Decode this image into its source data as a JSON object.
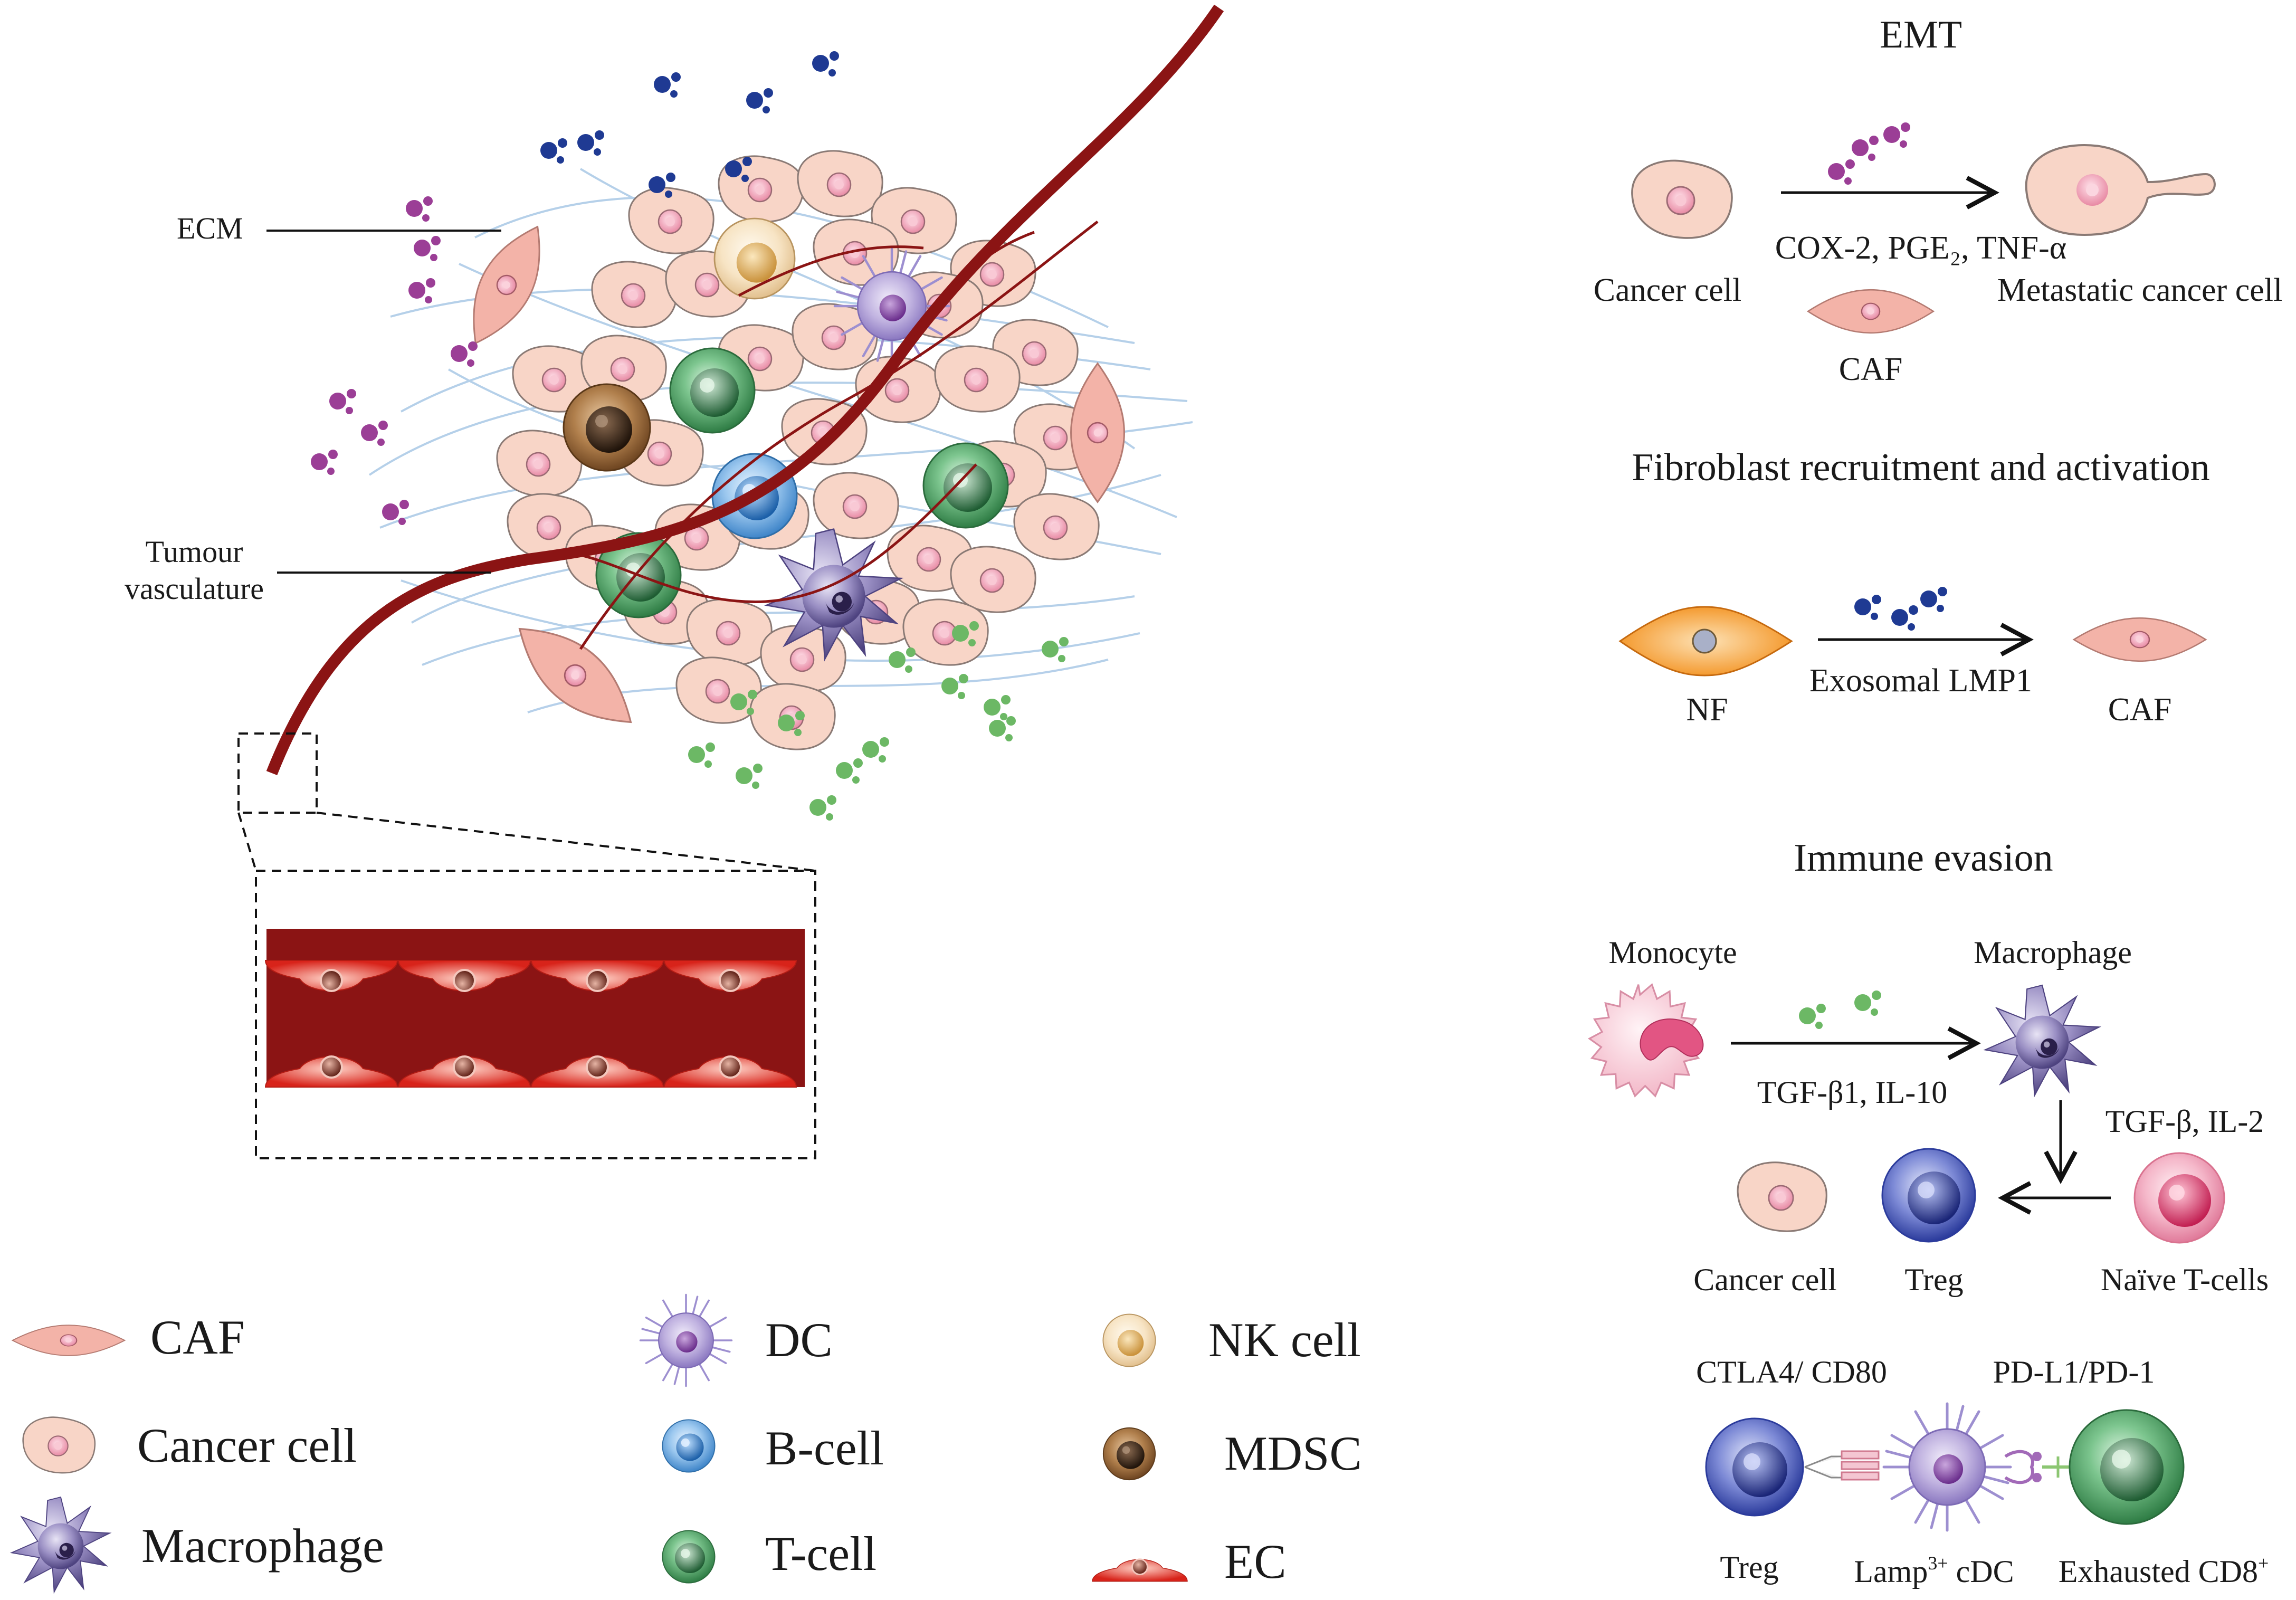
{
  "colors": {
    "vessel": "#8b1414",
    "vessel_light": "#d42a1a",
    "cancer_fill": "#f8d5c7",
    "cancer_stroke": "#8a7a75",
    "nucleus": "#f4a7b9",
    "caf_fill": "#f3b3a8",
    "ecm_fiber": "#a9c8e6",
    "tcell": "#3e9e5a",
    "bcell": "#2f7fc6",
    "nk": "#e0b66a",
    "mdsc": "#7a5029",
    "dc": "#8f77c0",
    "macrophage": "#5b4b86",
    "treg": "#2b3c9e",
    "naive": "#e45a84",
    "nf": "#f39322",
    "exosome_blue": "#1f3a93",
    "exosome_purple": "#9b3e96",
    "exosome_green": "#5daf57"
  },
  "left_panel": {
    "labels": {
      "ecm": "ECM",
      "vasculature_line1": "Tumour",
      "vasculature_line2": "vasculature"
    }
  },
  "emt": {
    "title": "EMT",
    "from_label": "Cancer cell",
    "to_label": "Metastatic cancer cell",
    "mediators": "COX-2, PGE₂, TNF-α",
    "source_label": "CAF"
  },
  "fibroblast": {
    "title": "Fibroblast recruitment and activation",
    "from_label": "NF",
    "mediator": "Exosomal LMP1",
    "to_label": "CAF"
  },
  "immune": {
    "title": "Immune evasion",
    "monocyte_label": "Monocyte",
    "macrophage_label": "Macrophage",
    "mediators_1": "TGF-β1, IL-10",
    "mediators_2": "TGF-β, IL-2",
    "cancer_label": "Cancer cell",
    "treg_label": "Treg",
    "naive_label": "Naïve T-cells",
    "ctla4_label": "CTLA4/ CD80",
    "pdl1_label": "PD-L1/PD-1",
    "treg2_label": "Treg",
    "cdc_label_main": "Lamp",
    "cdc_label_sup": "3+",
    "cdc_label_tail": " cDC",
    "exhausted_label_main": "Exhausted CD8",
    "exhausted_label_sup": "+"
  },
  "legend": [
    {
      "key": "caf",
      "label": "CAF",
      "icon": "caf-icon"
    },
    {
      "key": "cancer",
      "label": "Cancer cell",
      "icon": "cancer-cell-icon"
    },
    {
      "key": "macrophage",
      "label": "Macrophage",
      "icon": "macrophage-icon"
    },
    {
      "key": "dc",
      "label": "DC",
      "icon": "dendritic-cell-icon"
    },
    {
      "key": "bcell",
      "label": "B-cell",
      "icon": "b-cell-icon"
    },
    {
      "key": "tcell",
      "label": "T-cell",
      "icon": "t-cell-icon"
    },
    {
      "key": "nk",
      "label": "NK cell",
      "icon": "nk-cell-icon"
    },
    {
      "key": "mdsc",
      "label": "MDSC",
      "icon": "mdsc-icon"
    },
    {
      "key": "ec",
      "label": "EC",
      "icon": "endothelial-cell-icon"
    }
  ]
}
